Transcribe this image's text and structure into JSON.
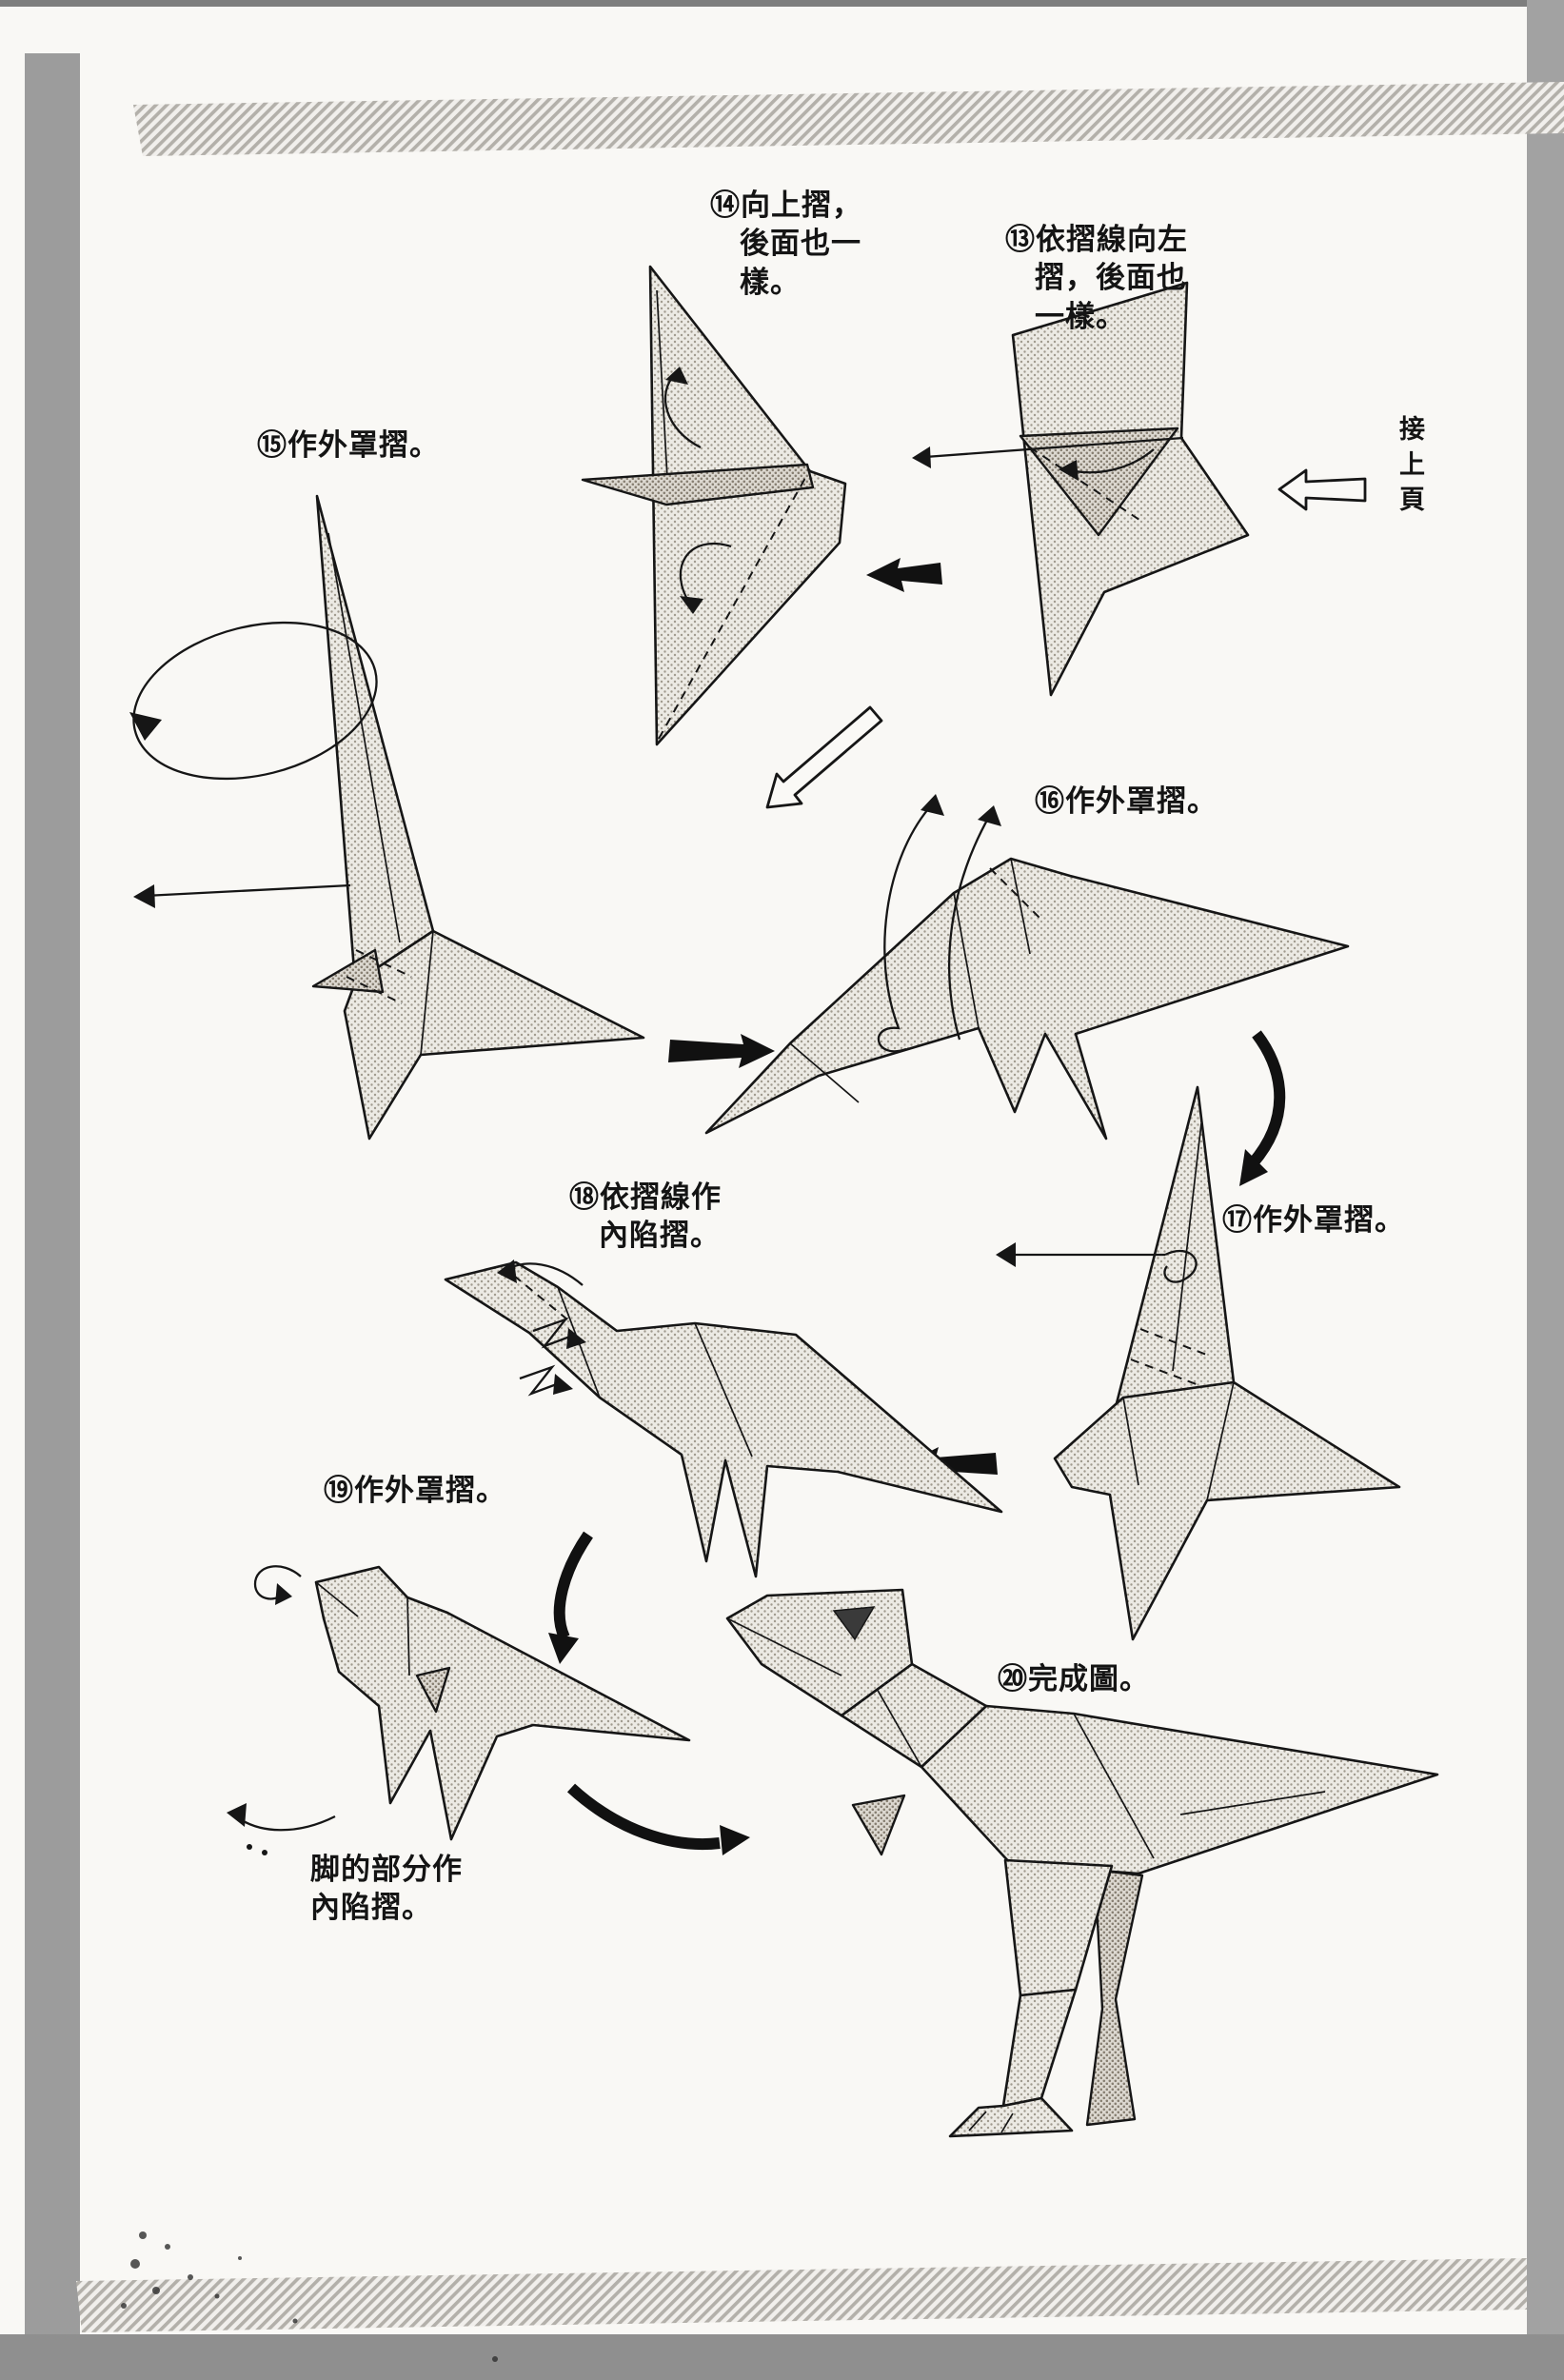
{
  "page": {
    "background": "#f9f8f5",
    "ink_color": "#141414",
    "paper_halftone_color": "#a09a8e",
    "continued_label": "接上頁"
  },
  "labels": {
    "step13": {
      "line1": "⑬依摺線向左",
      "line2": "摺，後面也",
      "line3": "一樣。"
    },
    "step14": {
      "line1": "⑭向上摺，",
      "line2": "後面也一",
      "line3": "樣。"
    },
    "step15": {
      "line1": "⑮作外罩摺。"
    },
    "step16": {
      "line1": "⑯作外罩摺。"
    },
    "step17": {
      "line1": "⑰作外罩摺。"
    },
    "step18": {
      "line1": "⑱依摺線作",
      "line2": "內陷摺。"
    },
    "step19": {
      "line1": "⑲作外罩摺。"
    },
    "step20": {
      "line1": "⑳完成圖。"
    },
    "leg_note": {
      "line1": "脚的部分作",
      "line2": "內陷摺。"
    }
  }
}
